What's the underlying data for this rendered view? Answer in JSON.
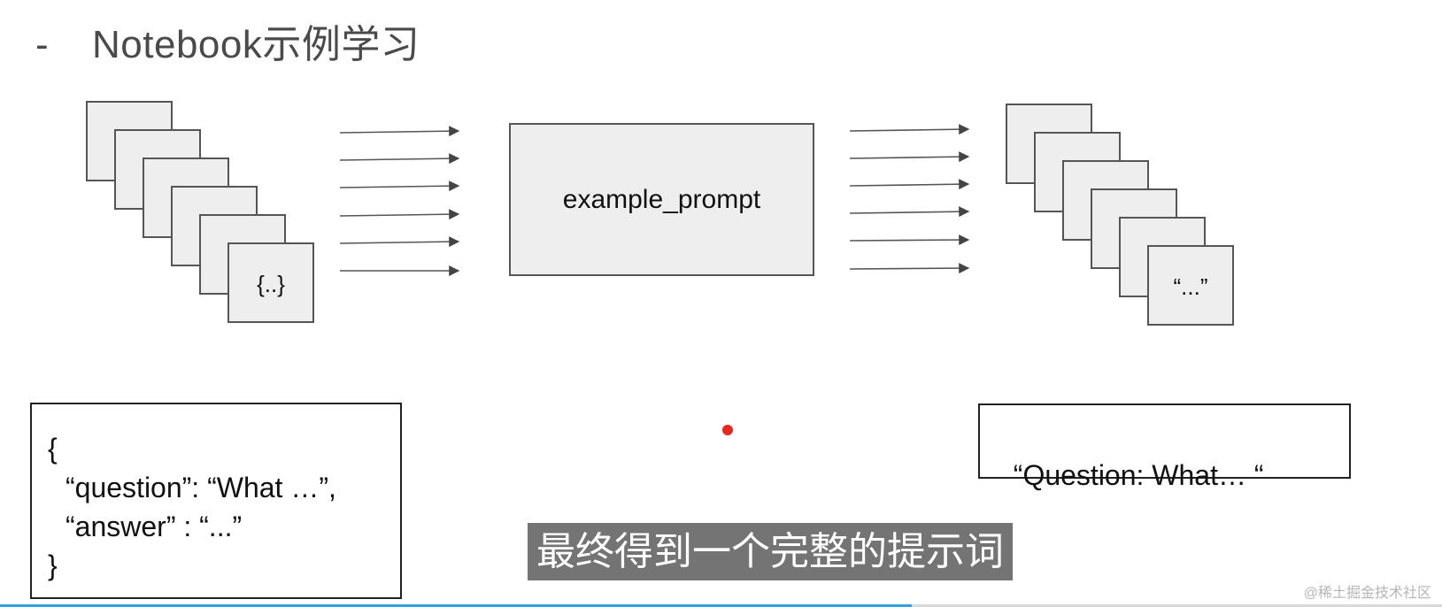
{
  "slide": {
    "bullet": "-",
    "title": "Notebook示例学习"
  },
  "input_cards": {
    "front_label": "{..}"
  },
  "template_box": {
    "label": "example_prompt"
  },
  "output_cards": {
    "front_label": "“...”"
  },
  "json_example": {
    "line1": "{",
    "line2": "“question”: “What …”,",
    "line3": "“answer” : “...”",
    "line4": "}"
  },
  "result_example": {
    "text": "“Question: What… “"
  },
  "subtitle": {
    "text": "最终得到一个完整的提示词"
  },
  "video": {
    "progress_fraction": 0.632
  },
  "watermark": {
    "text": "@稀土掘金技术社区"
  },
  "colors": {
    "card_fill": "#eeeeee",
    "border": "#555555",
    "progress": "#2aa3f0",
    "pointer": "#e8271c"
  }
}
